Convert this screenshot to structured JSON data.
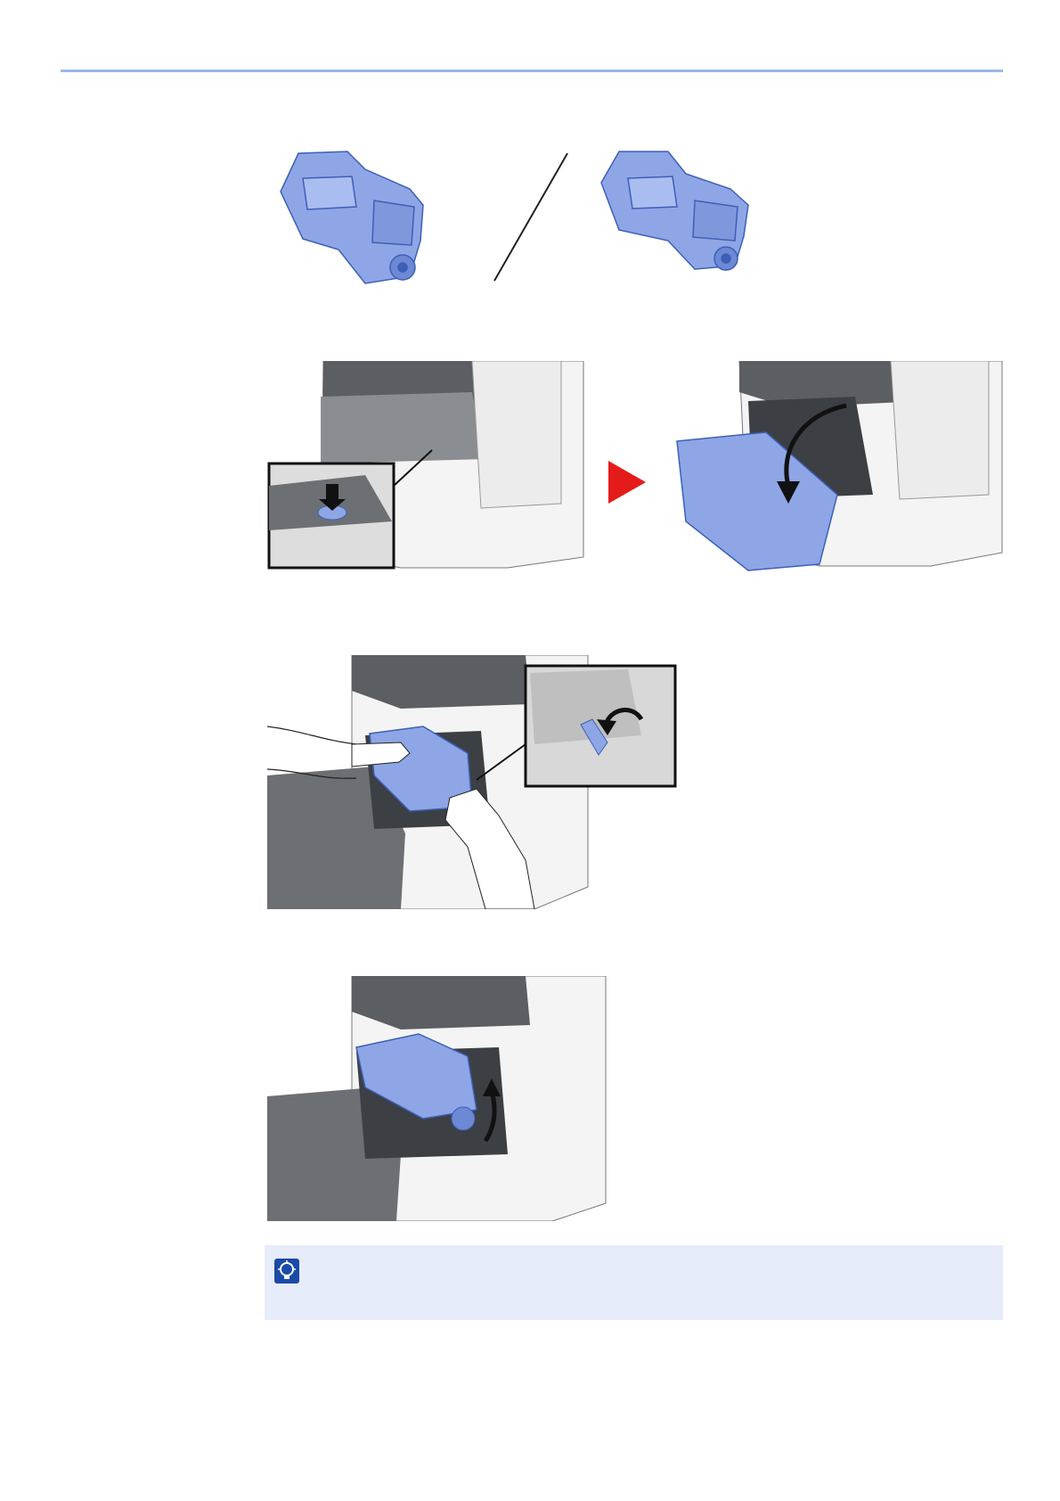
{
  "colors": {
    "rule": "#9bb8e6",
    "toner_blue": "#8ea6e6",
    "toner_stroke": "#3d5fb5",
    "printer_gray": "#5b5e63",
    "printer_light": "#f4f4f4",
    "arrow_red": "#e51b1b",
    "note_bg": "#e7ecfa",
    "note_icon": "#1b4aa6"
  },
  "figures": [
    {
      "id": "toner-cartridge-variants",
      "icon": "toner-cartridge-illustration"
    },
    {
      "id": "open-front-cover",
      "icon": "front-cover-release-illustration"
    },
    {
      "id": "remove-toner-container",
      "icon": "toner-lever-rotate-illustration"
    },
    {
      "id": "install-toner-container",
      "icon": "toner-install-illustration"
    }
  ],
  "note": {
    "icon": "hint-lightbulb-icon"
  }
}
